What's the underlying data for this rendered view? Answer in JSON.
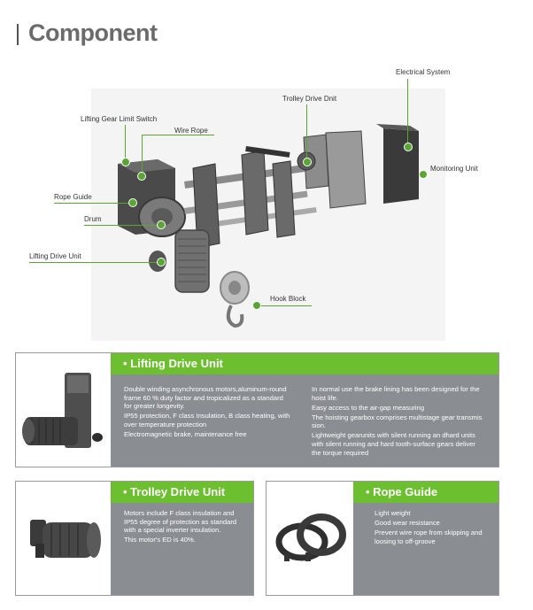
{
  "page": {
    "title": "Component"
  },
  "diagram": {
    "callouts": {
      "electrical_system": "Electrical System",
      "trolley_drive_unit": "Trolley Drive Dnit",
      "lifting_gear_limit_switch": "Lifting Gear Limit Switch",
      "wire_rope": "Wire Rope",
      "monitoring_unit": "Monitoring Unit",
      "rope_guide": "Rope Guide",
      "drum": "Drum",
      "lifting_drive_unit": "Lifting Drive Unit",
      "hook_block": "Hook Block"
    }
  },
  "lifting_drive": {
    "heading": "• Lifting Drive Unit",
    "col1": [
      "Double winding asynchronous motors,aluminum-round frame 60 % duty factor and tropicalized as a standard for greater longevity.",
      "IP55 protection, F class Insulation, B class heating, with over temperature protection",
      "Electromagnetic brake, maintenance free"
    ],
    "col2": [
      "In normal use the brake lining has been designed for the hoist life.",
      "Easy access to the air-gap measuring",
      "The hoisting gearbox comprises multistage gear transmis sion.",
      "Lightweight gearunits with silent running an dhard units with silent running and hard tooth-surface gears deliver the torque required"
    ]
  },
  "trolley_drive": {
    "heading": "• Trolley Drive Unit",
    "lines": [
      "Motors include F class insulation and IP55 degree of protection as standard with a special inverter insulation.",
      "This motor's ED is 40%."
    ]
  },
  "rope_guide": {
    "heading": "• Rope Guide",
    "lines": [
      "Light weight",
      "Good wear resistance",
      "Prevent wire rope from skipping and loosing to off-groove"
    ]
  },
  "colors": {
    "accent": "#6cbf2f",
    "panel": "#8a8d91",
    "title": "#6b6b6b",
    "line": "#5aa632"
  }
}
